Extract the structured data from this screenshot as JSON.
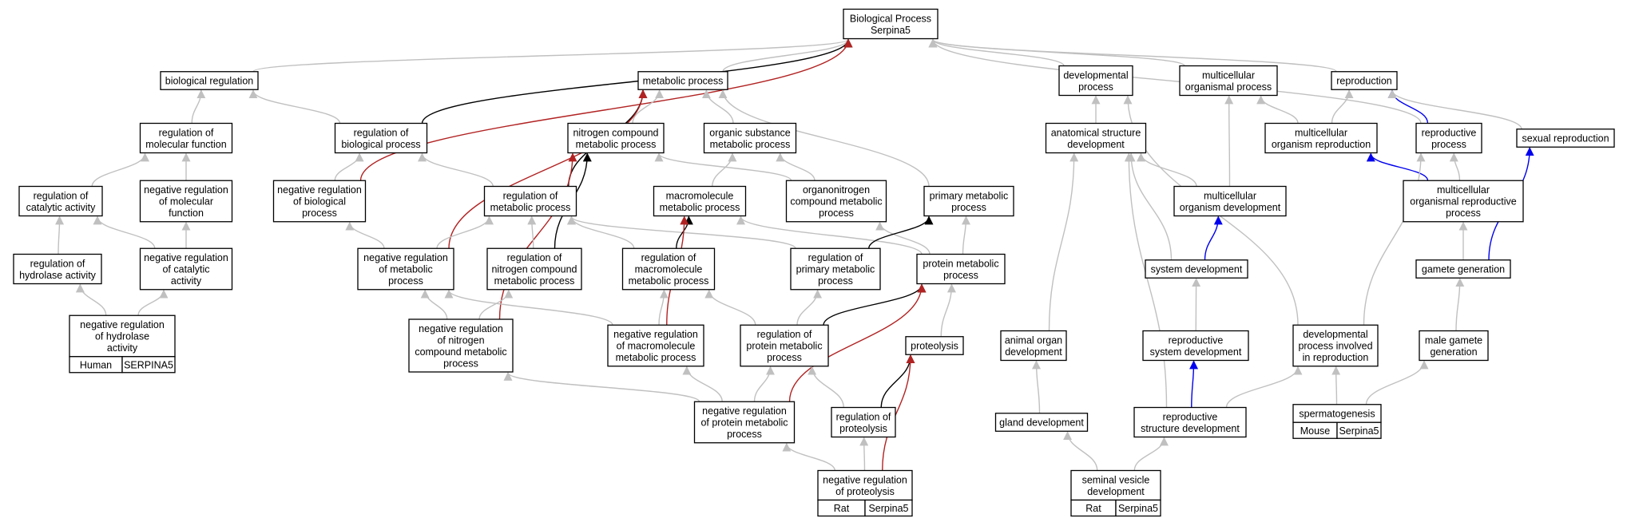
{
  "colors": {
    "edge_default": "#c0c0c0",
    "edge_black": "#000000",
    "edge_red": "#b22222",
    "edge_blue": "#0000ee",
    "human": "#fa6a4a",
    "rat": "#ffd700",
    "mouse": "#add8e6"
  },
  "nodes": [
    {
      "id": "bp",
      "lines": [
        "Biological Process",
        "Serpina5"
      ]
    },
    {
      "id": "biological_regulation",
      "lines": [
        "biological regulation"
      ]
    },
    {
      "id": "metabolic_process",
      "lines": [
        "metabolic process"
      ]
    },
    {
      "id": "developmental_process",
      "lines": [
        "developmental",
        "process"
      ]
    },
    {
      "id": "multicellular_organismal_process",
      "lines": [
        "multicellular",
        "organismal process"
      ]
    },
    {
      "id": "reproduction",
      "lines": [
        "reproduction"
      ]
    },
    {
      "id": "reg_molecular_function",
      "lines": [
        "regulation of",
        "molecular function"
      ]
    },
    {
      "id": "reg_biological_process",
      "lines": [
        "regulation of",
        "biological process"
      ]
    },
    {
      "id": "nitrogen_compound_mp",
      "lines": [
        "nitrogen compound",
        "metabolic process"
      ]
    },
    {
      "id": "organic_substance_mp",
      "lines": [
        "organic substance",
        "metabolic process"
      ]
    },
    {
      "id": "anatomical_structure_dev",
      "lines": [
        "anatomical structure",
        "development"
      ]
    },
    {
      "id": "multicellular_organism_reproduction",
      "lines": [
        "multicellular",
        "organism reproduction"
      ]
    },
    {
      "id": "reproductive_process",
      "lines": [
        "reproductive",
        "process"
      ]
    },
    {
      "id": "sexual_reproduction",
      "lines": [
        "sexual reproduction"
      ]
    },
    {
      "id": "reg_catalytic_activity",
      "lines": [
        "regulation of",
        "catalytic activity"
      ]
    },
    {
      "id": "neg_reg_molecular_function",
      "lines": [
        "negative regulation",
        "of molecular",
        "function"
      ]
    },
    {
      "id": "neg_reg_biological_process",
      "lines": [
        "negative regulation",
        "of biological",
        "process"
      ]
    },
    {
      "id": "reg_metabolic_process",
      "lines": [
        "regulation of",
        "metabolic process"
      ]
    },
    {
      "id": "macromolecule_mp",
      "lines": [
        "macromolecule",
        "metabolic process"
      ]
    },
    {
      "id": "organonitrogen_mp",
      "lines": [
        "organonitrogen",
        "compound metabolic",
        "process"
      ]
    },
    {
      "id": "primary_mp",
      "lines": [
        "primary metabolic",
        "process"
      ]
    },
    {
      "id": "multicellular_organism_dev",
      "lines": [
        "multicellular",
        "organism development"
      ]
    },
    {
      "id": "multicellular_organismal_repro_process",
      "lines": [
        "multicellular",
        "organismal reproductive",
        "process"
      ]
    },
    {
      "id": "reg_hydrolase_activity",
      "lines": [
        "regulation of",
        "hydrolase activity"
      ]
    },
    {
      "id": "neg_reg_catalytic_activity",
      "lines": [
        "negative regulation",
        "of catalytic",
        "activity"
      ]
    },
    {
      "id": "neg_reg_metabolic_process",
      "lines": [
        "negative regulation",
        "of metabolic",
        "process"
      ]
    },
    {
      "id": "reg_nitrogen_compound_mp",
      "lines": [
        "regulation of",
        "nitrogen compound",
        "metabolic process"
      ]
    },
    {
      "id": "reg_macromolecule_mp",
      "lines": [
        "regulation of",
        "macromolecule",
        "metabolic process"
      ]
    },
    {
      "id": "reg_primary_mp",
      "lines": [
        "regulation of",
        "primary metabolic",
        "process"
      ]
    },
    {
      "id": "protein_mp",
      "lines": [
        "protein metabolic",
        "process"
      ]
    },
    {
      "id": "system_development",
      "lines": [
        "system development"
      ]
    },
    {
      "id": "gamete_generation",
      "lines": [
        "gamete generation"
      ]
    },
    {
      "id": "neg_reg_hydrolase_activity",
      "lines": [
        "negative regulation",
        "of hydrolase",
        "activity"
      ],
      "tag": [
        "Human",
        "SERPINA5"
      ],
      "tag_color": "human"
    },
    {
      "id": "neg_reg_nitrogen_compound_mp",
      "lines": [
        "negative regulation",
        "of nitrogen",
        "compound metabolic",
        "process"
      ]
    },
    {
      "id": "neg_reg_macromolecule_mp",
      "lines": [
        "negative regulation",
        "of macromolecule",
        "metabolic process"
      ]
    },
    {
      "id": "reg_protein_mp",
      "lines": [
        "regulation of",
        "protein metabolic",
        "process"
      ]
    },
    {
      "id": "proteolysis",
      "lines": [
        "proteolysis"
      ]
    },
    {
      "id": "animal_organ_dev",
      "lines": [
        "animal organ",
        "development"
      ]
    },
    {
      "id": "reproductive_system_dev",
      "lines": [
        "reproductive",
        "system development"
      ]
    },
    {
      "id": "dev_process_reproduction",
      "lines": [
        "developmental",
        "process involved",
        "in reproduction"
      ]
    },
    {
      "id": "male_gamete_generation",
      "lines": [
        "male gamete",
        "generation"
      ]
    },
    {
      "id": "neg_reg_protein_mp",
      "lines": [
        "negative regulation",
        "of protein metabolic",
        "process"
      ]
    },
    {
      "id": "reg_proteolysis",
      "lines": [
        "regulation of",
        "proteolysis"
      ]
    },
    {
      "id": "gland_development",
      "lines": [
        "gland development"
      ]
    },
    {
      "id": "reproductive_structure_dev",
      "lines": [
        "reproductive",
        "structure development"
      ]
    },
    {
      "id": "spermatogenesis",
      "lines": [
        "spermatogenesis"
      ],
      "tag": [
        "Mouse",
        "Serpina5"
      ],
      "tag_color": "mouse"
    },
    {
      "id": "neg_reg_proteolysis",
      "lines": [
        "negative regulation",
        "of proteolysis"
      ],
      "tag": [
        "Rat",
        "Serpina5"
      ],
      "tag_color": "rat"
    },
    {
      "id": "seminal_vesicle_dev",
      "lines": [
        "seminal vesicle",
        "development"
      ],
      "tag": [
        "Rat",
        "Serpina5"
      ],
      "tag_color": "rat"
    }
  ],
  "edges": [
    {
      "from": "biological_regulation",
      "to": "bp",
      "color": "edge_default"
    },
    {
      "from": "metabolic_process",
      "to": "bp",
      "color": "edge_default"
    },
    {
      "from": "developmental_process",
      "to": "bp",
      "color": "edge_default"
    },
    {
      "from": "multicellular_organismal_process",
      "to": "bp",
      "color": "edge_default"
    },
    {
      "from": "reproduction",
      "to": "bp",
      "color": "edge_default"
    },
    {
      "from": "reproductive_process",
      "to": "bp",
      "color": "edge_default"
    },
    {
      "from": "reg_biological_process",
      "to": "bp",
      "color": "edge_black"
    },
    {
      "from": "neg_reg_biological_process",
      "to": "bp",
      "color": "edge_red"
    },
    {
      "from": "reg_molecular_function",
      "to": "biological_regulation",
      "color": "edge_default"
    },
    {
      "from": "reg_biological_process",
      "to": "biological_regulation",
      "color": "edge_default"
    },
    {
      "from": "nitrogen_compound_mp",
      "to": "metabolic_process",
      "color": "edge_default"
    },
    {
      "from": "organic_substance_mp",
      "to": "metabolic_process",
      "color": "edge_default"
    },
    {
      "from": "primary_mp",
      "to": "metabolic_process",
      "color": "edge_default"
    },
    {
      "from": "reg_metabolic_process",
      "to": "metabolic_process",
      "color": "edge_black"
    },
    {
      "from": "neg_reg_metabolic_process",
      "to": "metabolic_process",
      "color": "edge_red"
    },
    {
      "from": "anatomical_structure_dev",
      "to": "developmental_process",
      "color": "edge_default"
    },
    {
      "from": "dev_process_reproduction",
      "to": "developmental_process",
      "color": "edge_default"
    },
    {
      "from": "multicellular_organism_reproduction",
      "to": "multicellular_organismal_process",
      "color": "edge_default"
    },
    {
      "from": "multicellular_organism_dev",
      "to": "multicellular_organismal_process",
      "color": "edge_default"
    },
    {
      "from": "multicellular_organism_reproduction",
      "to": "reproduction",
      "color": "edge_default"
    },
    {
      "from": "reproductive_process",
      "to": "reproduction",
      "color": "edge_blue"
    },
    {
      "from": "sexual_reproduction",
      "to": "reproduction",
      "color": "edge_default"
    },
    {
      "from": "reg_catalytic_activity",
      "to": "reg_molecular_function",
      "color": "edge_default"
    },
    {
      "from": "neg_reg_molecular_function",
      "to": "reg_molecular_function",
      "color": "edge_default"
    },
    {
      "from": "neg_reg_biological_process",
      "to": "reg_biological_process",
      "color": "edge_default"
    },
    {
      "from": "reg_metabolic_process",
      "to": "reg_biological_process",
      "color": "edge_default"
    },
    {
      "from": "reg_nitrogen_compound_mp",
      "to": "nitrogen_compound_mp",
      "color": "edge_black"
    },
    {
      "from": "organonitrogen_mp",
      "to": "nitrogen_compound_mp",
      "color": "edge_default"
    },
    {
      "from": "neg_reg_nitrogen_compound_mp",
      "to": "nitrogen_compound_mp",
      "color": "edge_red"
    },
    {
      "from": "macromolecule_mp",
      "to": "organic_substance_mp",
      "color": "edge_default"
    },
    {
      "from": "organonitrogen_mp",
      "to": "organic_substance_mp",
      "color": "edge_default"
    },
    {
      "from": "multicellular_organism_dev",
      "to": "anatomical_structure_dev",
      "color": "edge_default"
    },
    {
      "from": "system_development",
      "to": "anatomical_structure_dev",
      "color": "edge_default"
    },
    {
      "from": "animal_organ_dev",
      "to": "anatomical_structure_dev",
      "color": "edge_default"
    },
    {
      "from": "reproductive_structure_dev",
      "to": "anatomical_structure_dev",
      "color": "edge_default"
    },
    {
      "from": "multicellular_organismal_repro_process",
      "to": "multicellular_organism_reproduction",
      "color": "edge_blue"
    },
    {
      "from": "multicellular_organismal_repro_process",
      "to": "reproductive_process",
      "color": "edge_default"
    },
    {
      "from": "dev_process_reproduction",
      "to": "reproductive_process",
      "color": "edge_default"
    },
    {
      "from": "gamete_generation",
      "to": "sexual_reproduction",
      "color": "edge_blue"
    },
    {
      "from": "reg_hydrolase_activity",
      "to": "reg_catalytic_activity",
      "color": "edge_default"
    },
    {
      "from": "neg_reg_catalytic_activity",
      "to": "reg_catalytic_activity",
      "color": "edge_default"
    },
    {
      "from": "neg_reg_catalytic_activity",
      "to": "neg_reg_molecular_function",
      "color": "edge_default"
    },
    {
      "from": "neg_reg_metabolic_process",
      "to": "neg_reg_biological_process",
      "color": "edge_default"
    },
    {
      "from": "neg_reg_metabolic_process",
      "to": "reg_metabolic_process",
      "color": "edge_default"
    },
    {
      "from": "reg_nitrogen_compound_mp",
      "to": "reg_metabolic_process",
      "color": "edge_default"
    },
    {
      "from": "reg_macromolecule_mp",
      "to": "reg_metabolic_process",
      "color": "edge_default"
    },
    {
      "from": "reg_primary_mp",
      "to": "reg_metabolic_process",
      "color": "edge_default"
    },
    {
      "from": "reg_macromolecule_mp",
      "to": "macromolecule_mp",
      "color": "edge_black"
    },
    {
      "from": "protein_mp",
      "to": "macromolecule_mp",
      "color": "edge_default"
    },
    {
      "from": "neg_reg_macromolecule_mp",
      "to": "macromolecule_mp",
      "color": "edge_red"
    },
    {
      "from": "protein_mp",
      "to": "organonitrogen_mp",
      "color": "edge_default"
    },
    {
      "from": "protein_mp",
      "to": "primary_mp",
      "color": "edge_default"
    },
    {
      "from": "reg_primary_mp",
      "to": "primary_mp",
      "color": "edge_black"
    },
    {
      "from": "system_development",
      "to": "multicellular_organism_dev",
      "color": "edge_blue"
    },
    {
      "from": "gamete_generation",
      "to": "multicellular_organismal_repro_process",
      "color": "edge_default"
    },
    {
      "from": "neg_reg_hydrolase_activity",
      "to": "reg_hydrolase_activity",
      "color": "edge_default"
    },
    {
      "from": "neg_reg_hydrolase_activity",
      "to": "neg_reg_catalytic_activity",
      "color": "edge_default"
    },
    {
      "from": "neg_reg_nitrogen_compound_mp",
      "to": "neg_reg_metabolic_process",
      "color": "edge_default"
    },
    {
      "from": "neg_reg_macromolecule_mp",
      "to": "neg_reg_metabolic_process",
      "color": "edge_default"
    },
    {
      "from": "neg_reg_nitrogen_compound_mp",
      "to": "reg_nitrogen_compound_mp",
      "color": "edge_default"
    },
    {
      "from": "neg_reg_macromolecule_mp",
      "to": "reg_macromolecule_mp",
      "color": "edge_default"
    },
    {
      "from": "reg_protein_mp",
      "to": "reg_macromolecule_mp",
      "color": "edge_default"
    },
    {
      "from": "reg_protein_mp",
      "to": "reg_primary_mp",
      "color": "edge_default"
    },
    {
      "from": "reg_protein_mp",
      "to": "protein_mp",
      "color": "edge_black"
    },
    {
      "from": "proteolysis",
      "to": "protein_mp",
      "color": "edge_default"
    },
    {
      "from": "neg_reg_protein_mp",
      "to": "protein_mp",
      "color": "edge_red"
    },
    {
      "from": "reproductive_system_dev",
      "to": "system_development",
      "color": "edge_default"
    },
    {
      "from": "male_gamete_generation",
      "to": "gamete_generation",
      "color": "edge_default"
    },
    {
      "from": "neg_reg_protein_mp",
      "to": "neg_reg_nitrogen_compound_mp",
      "color": "edge_default"
    },
    {
      "from": "neg_reg_protein_mp",
      "to": "neg_reg_macromolecule_mp",
      "color": "edge_default"
    },
    {
      "from": "neg_reg_protein_mp",
      "to": "reg_protein_mp",
      "color": "edge_default"
    },
    {
      "from": "reg_proteolysis",
      "to": "reg_protein_mp",
      "color": "edge_default"
    },
    {
      "from": "reg_proteolysis",
      "to": "proteolysis",
      "color": "edge_black"
    },
    {
      "from": "neg_reg_proteolysis",
      "to": "proteolysis",
      "color": "edge_red"
    },
    {
      "from": "gland_development",
      "to": "animal_organ_dev",
      "color": "edge_default"
    },
    {
      "from": "reproductive_structure_dev",
      "to": "reproductive_system_dev",
      "color": "edge_blue"
    },
    {
      "from": "reproductive_structure_dev",
      "to": "dev_process_reproduction",
      "color": "edge_default"
    },
    {
      "from": "spermatogenesis",
      "to": "dev_process_reproduction",
      "color": "edge_default"
    },
    {
      "from": "spermatogenesis",
      "to": "male_gamete_generation",
      "color": "edge_default"
    },
    {
      "from": "neg_reg_proteolysis",
      "to": "neg_reg_protein_mp",
      "color": "edge_default"
    },
    {
      "from": "neg_reg_proteolysis",
      "to": "reg_proteolysis",
      "color": "edge_default"
    },
    {
      "from": "seminal_vesicle_dev",
      "to": "gland_development",
      "color": "edge_default"
    },
    {
      "from": "seminal_vesicle_dev",
      "to": "reproductive_structure_dev",
      "color": "edge_default"
    }
  ]
}
